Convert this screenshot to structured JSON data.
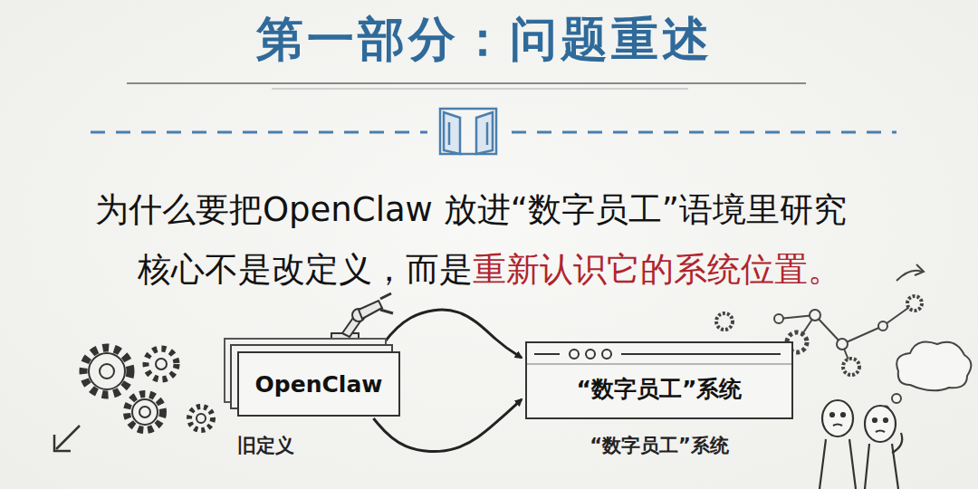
{
  "diagram": {
    "title": "第一部分：问题重述",
    "nodes": [
      {
        "text": [
          "OpenClaw"
        ]
      },
      {
        "text": [
          "“数字员工”系统"
        ]
      }
    ],
    "edges": [
      {
        "from": 0,
        "to": 1,
        "arrow": "to"
      },
      {
        "from": 0,
        "to": 1,
        "arrow": "to"
      }
    ],
    "labels": [
      "为什么要把OpenClaw 放进“数字员工”语境里研究",
      "核心不是改定义，而是",
      "重新认识它的系统位置。",
      "旧定义",
      "“数字员工”系统"
    ]
  }
}
